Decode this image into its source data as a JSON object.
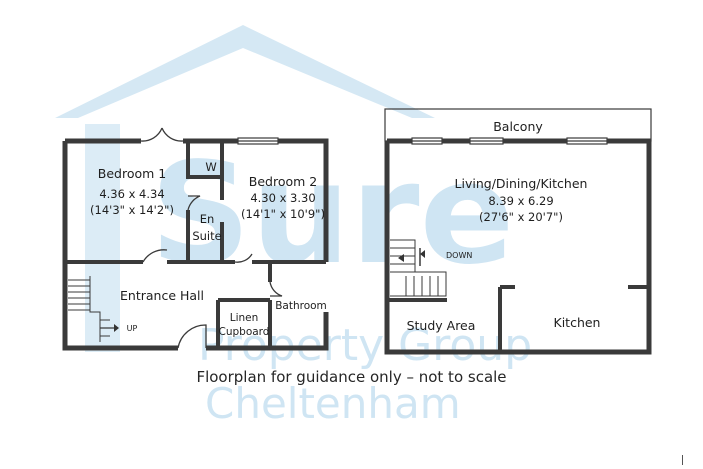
{
  "watermark": {
    "brand": "Sure",
    "company": "Property Group",
    "location": "Cheltenham"
  },
  "ground_floor": {
    "bedroom1": {
      "name": "Bedroom 1",
      "metric": "4.36 x 4.34",
      "imperial": "(14'3\" x 14'2\")"
    },
    "wardrobe": "W",
    "ensuite_line1": "En",
    "ensuite_line2": "Suite",
    "bedroom2": {
      "name": "Bedroom 2",
      "metric": "4.30 x 3.30",
      "imperial": "(14'1\" x 10'9\")"
    },
    "entrance_hall": "Entrance Hall",
    "linen_line1": "Linen",
    "linen_line2": "Cupboard",
    "bathroom": "Bathroom",
    "stairs_label": "UP"
  },
  "first_floor": {
    "balcony": "Balcony",
    "living": {
      "name": "Living/Dining/Kitchen",
      "metric": "8.39 x 6.29",
      "imperial": "(27'6\" x 20'7\")"
    },
    "stairs_label": "DOWN",
    "study": "Study Area",
    "kitchen": "Kitchen"
  },
  "caption": "Floorplan for guidance only – not to scale"
}
